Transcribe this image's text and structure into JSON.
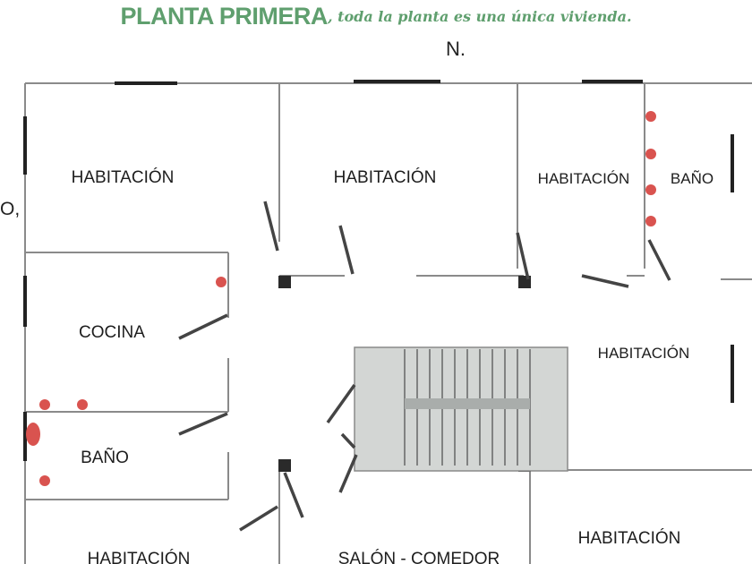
{
  "header": {
    "title": "PLANTA PRIMERA",
    "subtitle": ", toda la planta es una única vivienda.",
    "north": "N."
  },
  "edge_left_text": "O,",
  "rooms": {
    "habitacion_nw": "HABITACIÓN",
    "habitacion_n_center": "HABITACIÓN",
    "habitacion_ne": "HABITACIÓN",
    "bano_ne": "BAÑO",
    "cocina": "COCINA",
    "habitacion_e": "HABITACIÓN",
    "bano_w": "BAÑO",
    "habitacion_sw": "HABITACIÓN",
    "salon_comedor": "SALÓN - COMEDOR",
    "habitacion_se": "HABITACIÓN"
  },
  "colors": {
    "title_green": "#5f9f6e",
    "wall": "#8a8a8a",
    "window": "#222222",
    "fixture_red": "#d9534f",
    "stair_fill": "#d3d6d4"
  }
}
